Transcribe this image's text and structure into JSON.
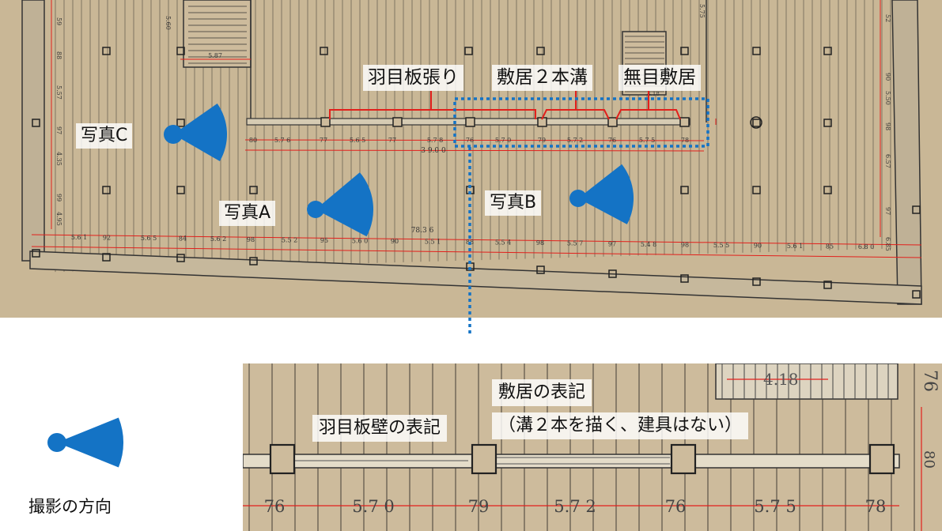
{
  "labels": {
    "haime_ita": "羽目板張り",
    "shikii_2": "敷居２本溝",
    "mume_shikii": "無目敷居"
  },
  "photos": {
    "a": "写真A",
    "b": "写真B",
    "c": "写真C"
  },
  "zoom": {
    "wall_note": "羽目板壁の表記",
    "sill_note_1": "敷居の表記",
    "sill_note_2": "（溝２本を描く、建具はない）",
    "dims": [
      "76",
      "5.7 0",
      "79",
      "5.7 2",
      "76",
      "5.7 5",
      "78"
    ],
    "top_dim": "4.18",
    "side_dim": "80",
    "corner": "76"
  },
  "legend": {
    "caption": "撮影の方向"
  },
  "plan_dims": {
    "bottom_row": [
      "5.6 1",
      "92",
      "5.6 5",
      "84",
      "5.6 2",
      "98",
      "5.5 2",
      "95",
      "5.6 0",
      "90",
      "5.5 1",
      "88",
      "5.5 4",
      "98",
      "5.5 7",
      "97",
      "5.4 8",
      "98",
      "5.5 5",
      "90",
      "5.6 1",
      "85",
      "6.8 0"
    ],
    "middle_row": [
      "80",
      "5.7 6",
      "77",
      "5.6 5",
      "77",
      "5.7 8",
      "76",
      "5.7 0",
      "79",
      "5.7 2",
      "76",
      "5.7 5",
      "78"
    ],
    "total_bottom": "78.3 6",
    "total_middle": "3 9.0 0",
    "left_col": [
      "59",
      "88",
      "5.57",
      "97",
      "4.35",
      "99",
      "4.95"
    ],
    "right_col": [
      "52",
      "90",
      "5.50",
      "98",
      "6.57",
      "97",
      "6.85"
    ],
    "misc": [
      "5.60",
      "5.87",
      "5.75",
      "4.18"
    ]
  },
  "colors": {
    "paper": "#cdbb9c",
    "accent_red": "#e2201c",
    "accent_blue": "#1473c5"
  }
}
